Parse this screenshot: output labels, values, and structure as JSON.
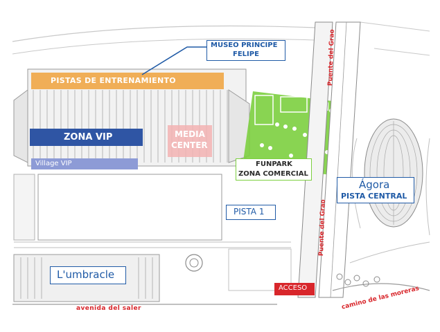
{
  "labels": {
    "museo": "MUSEO PRINCIPE",
    "felipe": "FELIPE",
    "pistas": "PISTAS DE ENTRENAMIENTO",
    "zona_vip": "ZONA VIP",
    "media_1": "MEDIA",
    "media_2": "CENTER",
    "village_vip": "Village VIP",
    "funpark": "FUNPARK",
    "zona_comercial": "ZONA COMERCIAL",
    "agora": "Ágora",
    "pista_central": "PISTA CENTRAL",
    "pista_1": "PISTA 1",
    "umbracle": "L'umbracle",
    "acceso": "ACCESO",
    "avenida": "avenida del saler",
    "camino": "camino de las moreras",
    "puente_top": "Puente del Grao",
    "puente_bottom": "Puente del Grao"
  },
  "colors": {
    "accent_blue": "#1f5aa6",
    "orange": "#f0a23c",
    "vip_blue": "#2f55a4",
    "village": "#8d9bd6",
    "media": "#f3b3b3",
    "green": "#7ccf3f",
    "red": "#d8262b"
  }
}
